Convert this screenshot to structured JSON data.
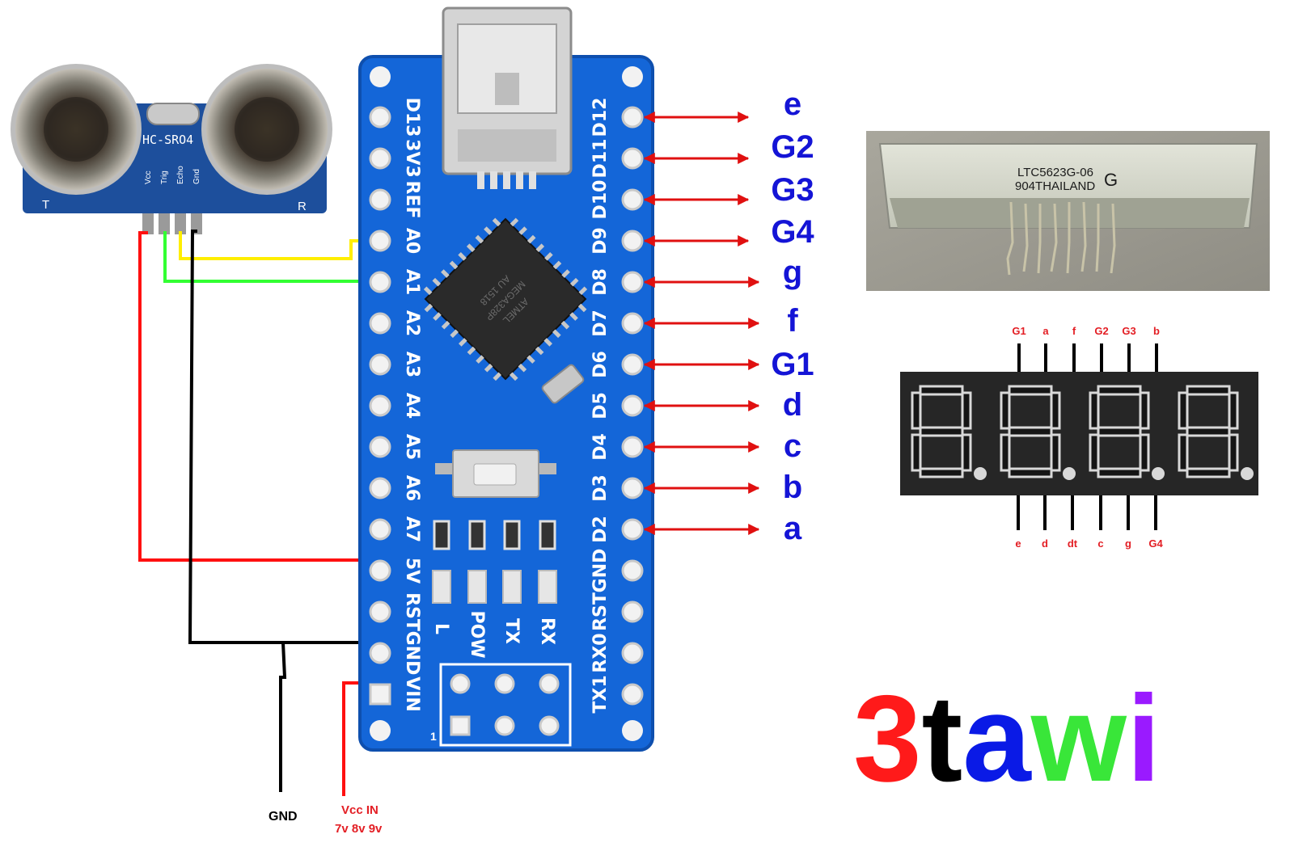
{
  "sensor": {
    "model": "HC-SRO4",
    "left_label": "T",
    "right_label": "R",
    "pins": [
      "Vcc",
      "Trig",
      "Echo",
      "Gnd"
    ]
  },
  "board": {
    "left_pins": [
      "D13",
      "3V3",
      "REF",
      "A0",
      "A1",
      "A2",
      "A3",
      "A4",
      "A5",
      "A6",
      "A7",
      "5V",
      "RST",
      "GND",
      "VIN"
    ],
    "right_pins": [
      "D12",
      "D11",
      "D10",
      "D9",
      "D8",
      "D7",
      "D6",
      "D5",
      "D4",
      "D3",
      "D2",
      "GND",
      "RST",
      "RX0",
      "TX1"
    ],
    "led_labels": [
      "L",
      "POW",
      "TX",
      "RX"
    ],
    "chip_text": [
      "ATMEL",
      "MEGA328P",
      "AU 1518"
    ],
    "corner_number": "1"
  },
  "connections": [
    {
      "pin": "D12",
      "target": "e"
    },
    {
      "pin": "D11",
      "target": "G2"
    },
    {
      "pin": "D10",
      "target": "G3"
    },
    {
      "pin": "D9",
      "target": "G4"
    },
    {
      "pin": "D8",
      "target": "g"
    },
    {
      "pin": "D7",
      "target": "f"
    },
    {
      "pin": "D6",
      "target": "G1"
    },
    {
      "pin": "D5",
      "target": "d"
    },
    {
      "pin": "D4",
      "target": "c"
    },
    {
      "pin": "D3",
      "target": "b"
    },
    {
      "pin": "D2",
      "target": "a"
    }
  ],
  "power": {
    "gnd_label": "GND",
    "vcc_label": "Vcc IN",
    "vcc_values": "7v 8v 9v"
  },
  "display_photo": {
    "part_number": "LTC5623G-06",
    "origin": "904THAILAND",
    "suffix": "G"
  },
  "display_diagram": {
    "top_pins": [
      "G1",
      "a",
      "f",
      "G2",
      "G3",
      "b"
    ],
    "bottom_pins": [
      "e",
      "d",
      "dt",
      "c",
      "g",
      "G4"
    ]
  },
  "brand": {
    "letters": [
      {
        "char": "3",
        "color": "#ff1a1a"
      },
      {
        "char": "t",
        "color": "#000000"
      },
      {
        "char": "a",
        "color": "#0a1ae6"
      },
      {
        "char": "w",
        "color": "#39e639"
      },
      {
        "char": "i",
        "color": "#9a1aff"
      }
    ]
  },
  "colors": {
    "board_blue": "#1466d8",
    "wire_red": "#ff1010",
    "wire_black": "#000000",
    "wire_yellow": "#ffee00",
    "wire_green": "#33ff33",
    "label_blue": "#1414d6",
    "signal_red": "#e31e24"
  }
}
